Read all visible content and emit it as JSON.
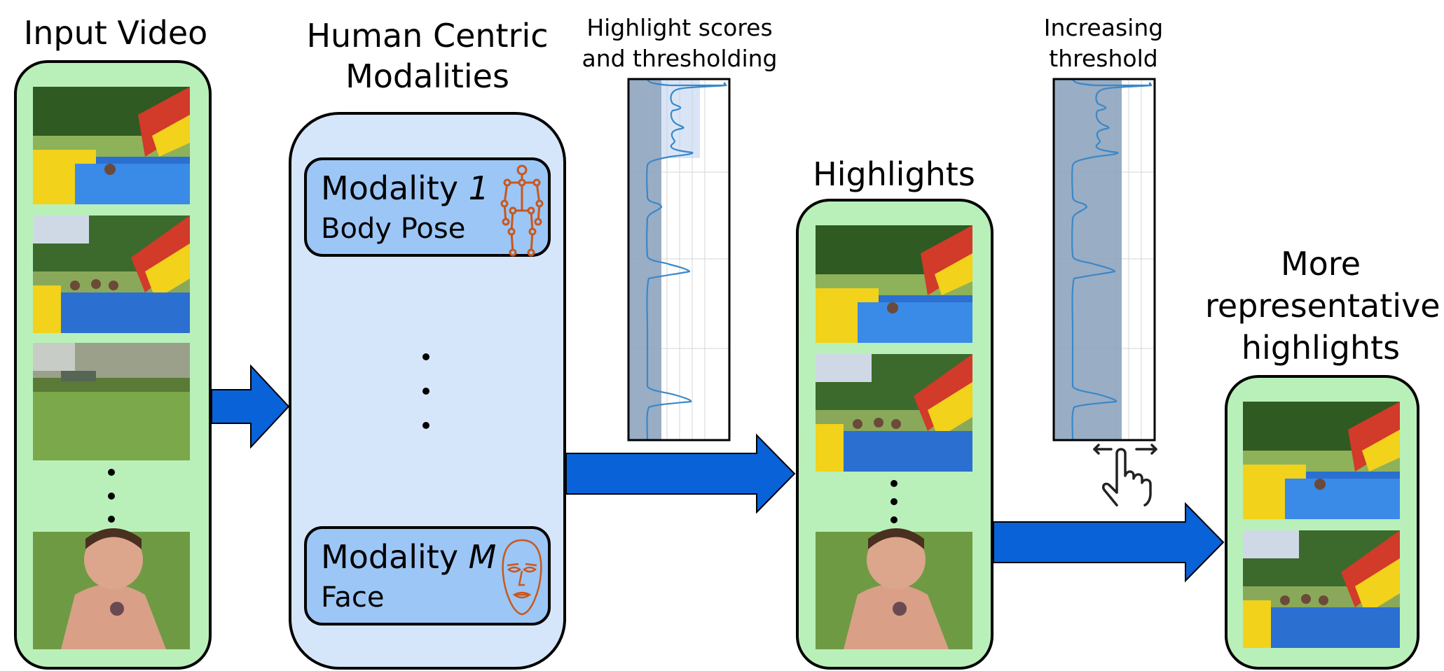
{
  "labels": {
    "input_video": "Input Video",
    "hcm_line1": "Human Centric",
    "hcm_line2": "Modalities",
    "scores_line1": "Highlight scores",
    "scores_line2": "and thresholding",
    "highlights": "Highlights",
    "threshold_line1": "Increasing",
    "threshold_line2": "threshold",
    "more_line1": "More",
    "more_line2": "representative",
    "more_line3": "highlights"
  },
  "modalities": [
    {
      "prefix": "Modality ",
      "index": "1",
      "name": "Body Pose",
      "icon": "skeleton-icon"
    },
    {
      "prefix": "Modality ",
      "index": "M",
      "name": "Face",
      "icon": "face-icon"
    }
  ],
  "colors": {
    "green_panel": "#b9f0b9",
    "blue_panel": "#d6e6fa",
    "modality_box": "#9cc6f6",
    "arrow": "#0a62d8",
    "icon_orange": "#c8581c",
    "score_line": "#3a88c8",
    "threshold_fill": "#8ea4bf"
  }
}
